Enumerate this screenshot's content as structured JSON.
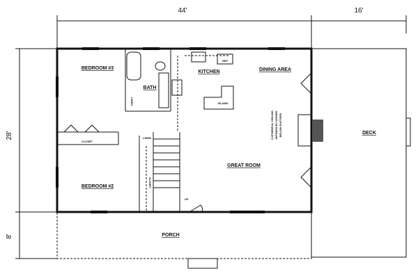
{
  "dimensions": {
    "width_main": "44'",
    "width_deck": "16'",
    "depth_main": "28'",
    "depth_porch": "8'"
  },
  "rooms": {
    "bedroom3": "BEDROOM #3",
    "bath": "BATH",
    "linen1": "LINEN",
    "kitchen": "KITCHEN",
    "ref": "REF",
    "dining": "DINING AREA",
    "island": "ISLAND",
    "ceiling_note": [
      "CATHEDRAL CEILING",
      "W/FINISH BY OWNER",
      "BELOW RAFTERS"
    ],
    "deck": "DECK",
    "closet1": "CLOSET",
    "linen2": "LINEN",
    "closet2": "CLOSET",
    "bedroom2": "BEDROOM #2",
    "great_room": "GREAT ROOM",
    "up": "UP",
    "porch": "PORCH"
  }
}
